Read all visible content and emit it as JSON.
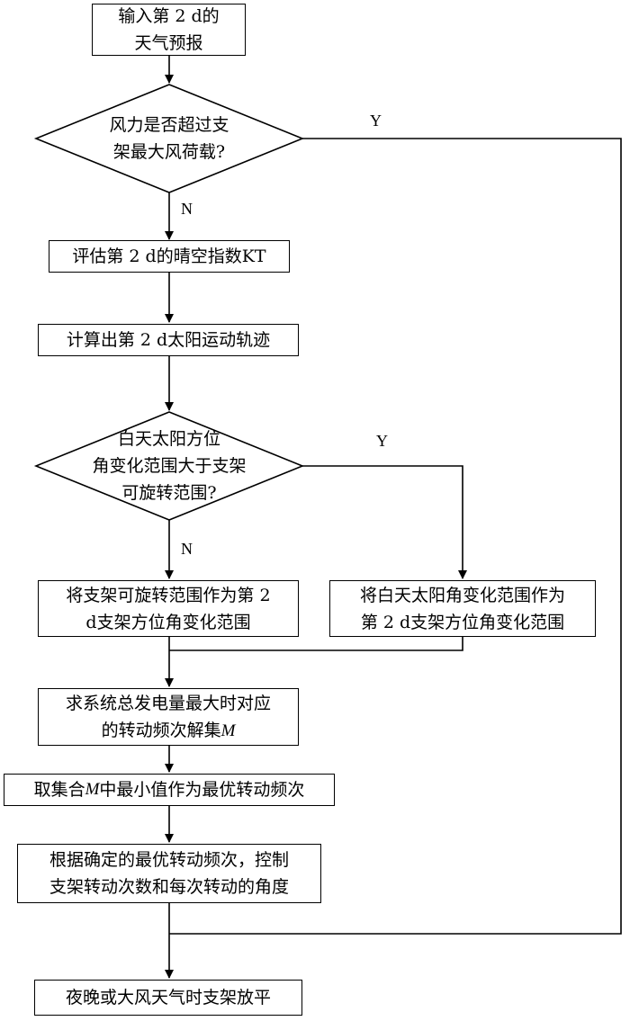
{
  "steps": {
    "input_forecast": [
      "输入第 2 d的",
      "天气预报"
    ],
    "wind_check": [
      "风力是否超过支",
      "架最大风荷载?"
    ],
    "estimate_kt": "评估第 2  d的晴空指数KT",
    "sun_trajectory": "计算出第 2  d太阳运动轨迹",
    "azimuth_check": [
      "白天太阳方位",
      "角变化范围大于支架",
      "可旋转范围?"
    ],
    "use_bracket_range": [
      "将支架可旋转范围作为第 2",
      "d支架方位角变化范围"
    ],
    "use_sun_range": [
      "将白天太阳角变化范围作为",
      "第 2  d支架方位角变化范围"
    ],
    "solve_set": [
      "求系统总发电量最大时对应",
      "的转动频次解集"
    ],
    "solve_set_symbol": "M",
    "min_value_prefix": "取集合",
    "min_value_symbol": "M",
    "min_value_suffix": "中最小值作为最优转动频次",
    "control": [
      "根据确定的最优转动频次，控制",
      "支架转动次数和每次转动的角度"
    ],
    "night_flat": "夜晚或大风天气时支架放平"
  },
  "labels": {
    "wind_yes": "Y",
    "wind_no": "N",
    "azimuth_yes": "Y",
    "azimuth_no": "N"
  }
}
